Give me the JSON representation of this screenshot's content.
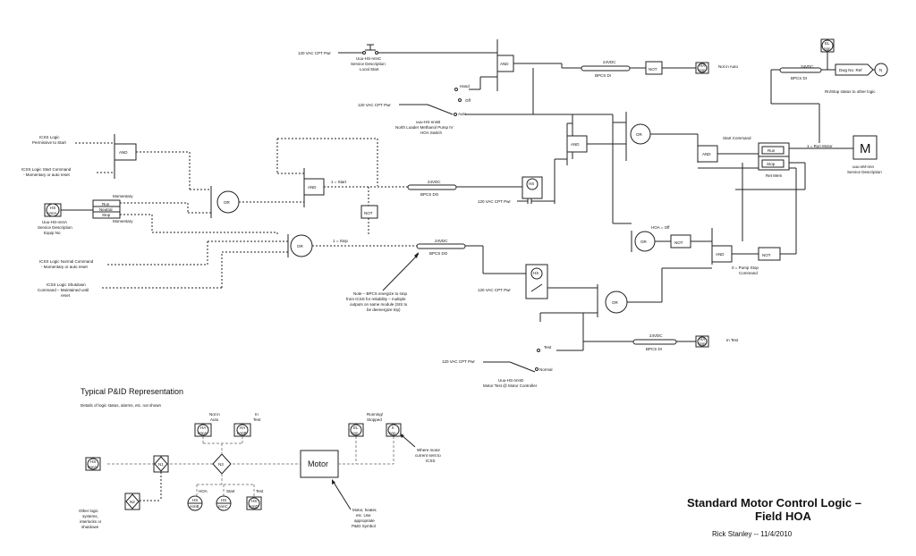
{
  "title_line1": "Standard Motor Control Logic –",
  "title_line2": "Field HOA",
  "author_date": "Rick Stanley -- 11/4/2010",
  "gates": {
    "and": "AND",
    "or": "OR",
    "not": "NOT"
  },
  "power": {
    "pwr_local": "120 VAC CPT Pwr",
    "pwr_hoa": "120 VAC CPT Pwr",
    "pwr_start": "120 VAC CPT Pwr",
    "pwr_stop": "120 VAC CPT Pwr",
    "pwr_test": "120 VAC CPT Pwr"
  },
  "dc": {
    "d1": "24VDC",
    "d2": "24VDC",
    "d3": "24VDC",
    "d4": "24VDC",
    "d5": "24VDC"
  },
  "bpcs": {
    "di1": "BPCS DI",
    "do1": "BPCS DO",
    "do2": "BPCS DO",
    "di2": "BPCS DI",
    "di3": "BPCS DI"
  },
  "local_start": {
    "tag": "Uuu-HS-nnnC",
    "desc": "Service Description",
    "label": "Local Start"
  },
  "hoa_switch": {
    "tag": "uuu-HS-nnnB",
    "desc": "North Loader Methanol Pump IV",
    "label": "HOA Switch",
    "hand": "Hand",
    "off": "Off",
    "auto": "Auto"
  },
  "icss": {
    "perm_1": "ICSS Logic",
    "perm_2": "Permissive to Start",
    "start_1": "ICSS Logic Start Command",
    "start_2": "- Momentary or auto reset",
    "normal_1": "ICSS Logic Normal Command",
    "normal_2": "- Momentary or auto reset",
    "shut_1": "ICSS Logic Shutdown",
    "shut_2": "Command – Maintained until",
    "shut_3": "reset"
  },
  "hs_a": {
    "bubble_top": "HS",
    "bubble_bot": "nnnA",
    "tag": "Uuu-HS-nnnA",
    "desc": "Service Description",
    "equip": "Equip No",
    "momentary_1": "Momentary",
    "momentary_2": "Momentary",
    "run": "Run",
    "neutral": "Neutral",
    "stop": "Stop"
  },
  "signals": {
    "start": "1 = Start",
    "stop": "1 = Stop",
    "hoa_off": "HOA = Off",
    "start_cmd": "Start Command",
    "run_motor": "1 = Run Motor",
    "pump_stop_1": "0 = Pump Stop",
    "pump_stop_2": "Command"
  },
  "ha_bubble": {
    "top": "HA",
    "bot": "nnn"
  },
  "not_in_auto": "Not in Auto",
  "in_test": "In Test",
  "flipflop": {
    "run": "Run",
    "stop": "Stop",
    "label": "Ret Mem"
  },
  "motor": {
    "symbol": "M",
    "tag": "uuu-xM-nnn",
    "desc": "Service Description"
  },
  "el_bubble": {
    "top": "EL",
    "bot": "nnn"
  },
  "dwg_ref": "Dwg No. Ref",
  "dwg_n": "N",
  "run_stop_status": "Rn/Stop status to other logic",
  "note": {
    "l1": "Note – BPCS energize to stop",
    "l2": "from ICSS for reliability – multiple",
    "l3": "outputs on same module (SIS to",
    "l4": "be deenergize trip)"
  },
  "motor_test": {
    "test": "Test",
    "normal": "Normal",
    "tag": "Uuu-HS-nnnD",
    "desc": "Motor Test @ Motor Controller"
  },
  "relay": {
    "r1": "HS",
    "r2": "HS"
  },
  "pid": {
    "heading": "Typical P&ID Representation",
    "subheading": "Details of logic status, alarms, etc. not shown",
    "motor": "Motor",
    "not_in_auto_1": "Not in",
    "not_in_auto_2": "Auto",
    "in_test_1": "In",
    "in_test_2": "Test",
    "running_1": "Running/",
    "running_2": "Stopped",
    "hoa": "HOA",
    "start": "Start",
    "test": "Test",
    "current_1": "Where motor",
    "current_2": "current sent to",
    "current_3": "ICSS",
    "symbol_1": "Motor, heater,",
    "symbol_2": "etc. Use",
    "symbol_3": "appropriate",
    "symbol_4": "P&ID Symbol",
    "other_1": "Other logic",
    "other_2": "systems,",
    "other_3": "interlocks or",
    "other_4": "shutdown",
    "hs_a_top": "HS",
    "hs_a_bot": "nnnA",
    "ha1_top": "HA",
    "ha1_bot": "nnnA",
    "ha2_top": "HA",
    "ha2_bot": "nnnB",
    "el_top": "EL",
    "el_bot": "nnn",
    "ii_top": "II",
    "ii_bot": "nnn",
    "hs_b_top": "HS",
    "hs_b_bot": "nnnB",
    "hs_c_top": "HS",
    "hs_c_bot": "nnnC",
    "hs_d_top": "HS",
    "hs_d_bot": "nnnD",
    "n1": "N1",
    "n2": "N2",
    "n3": "N3"
  }
}
